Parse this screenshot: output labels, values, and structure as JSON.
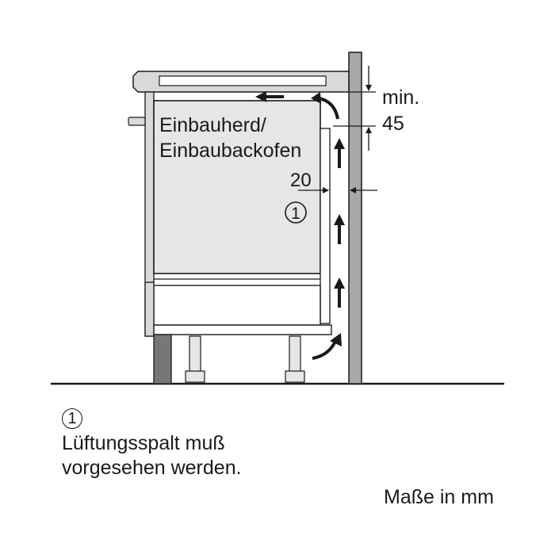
{
  "colors": {
    "appliance_fill": "#e6e6e6",
    "panel_fill": "#d9d9d9",
    "wall_fill": "#a8a8a8",
    "leg_fill": "#777777",
    "line": "#1a1a1a"
  },
  "diagram": {
    "appliance_label_line1": "Einbauherd/",
    "appliance_label_line2": "Einbaubackofen",
    "gap_value": "20",
    "marker": "1",
    "min_label": "min.",
    "min_value": "45"
  },
  "legend": {
    "marker": "1",
    "line1": "Lüftungsspalt muß",
    "line2": "vorgesehen werden."
  },
  "units_note": "Maße in mm",
  "icons": [
    "airflow-arrow-up-icon",
    "airflow-arrow-curved-icon",
    "airflow-arrow-left-icon",
    "dimension-arrow-icon"
  ]
}
